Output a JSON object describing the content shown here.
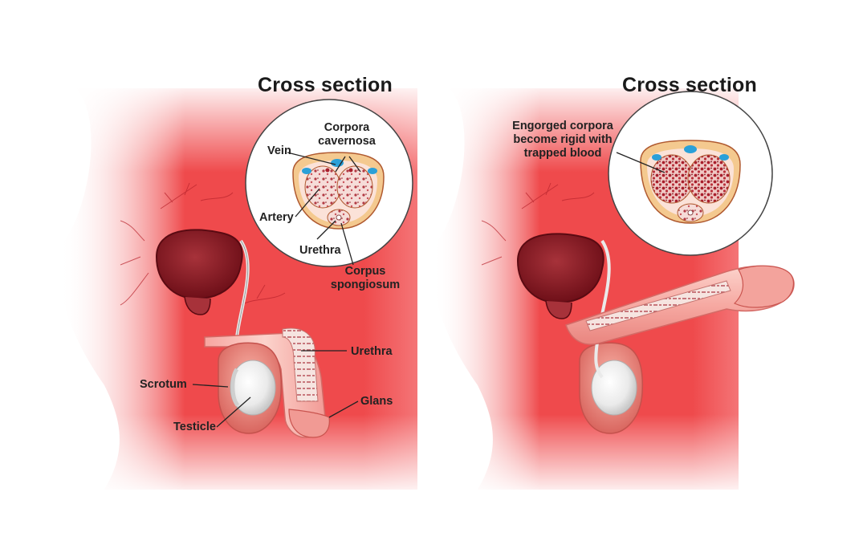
{
  "left_panel": {
    "title": "Cross section",
    "labels": {
      "vein": "Vein",
      "corpora_cavernosa": [
        "Corpora",
        "cavernosa"
      ],
      "artery": "Artery",
      "urethra_cs": "Urethra",
      "corpus_spongiosum": [
        "Corpus",
        "spongiosum"
      ],
      "urethra": "Urethra",
      "scrotum": "Scrotum",
      "testicle": "Testicle",
      "glans": "Glans"
    }
  },
  "right_panel": {
    "title": "Cross section",
    "annotation": [
      "Engorged corpora",
      "become rigid with",
      "trapped blood"
    ]
  },
  "colors": {
    "skin": "#ef4a4c",
    "skin_light": "#f8a3a4",
    "bladder": "#8e1c24",
    "tissue": "#f3b6b0",
    "vein_blue": "#2aa0d8",
    "text": "#222222"
  }
}
